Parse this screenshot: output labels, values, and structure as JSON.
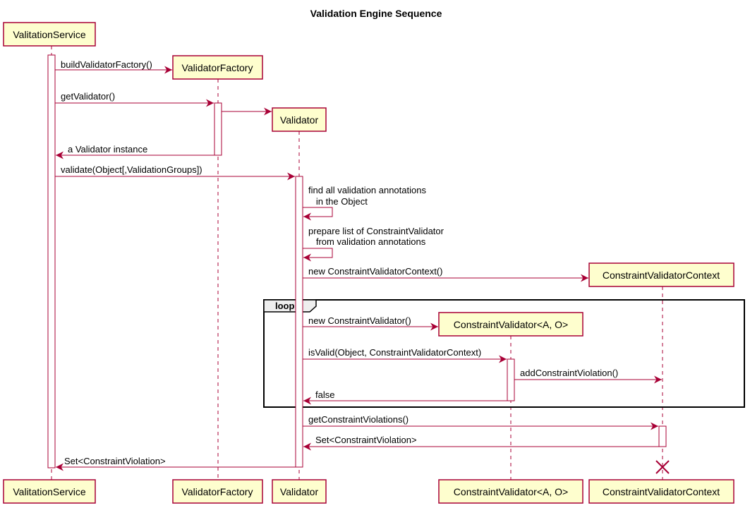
{
  "title": "Validation Engine Sequence",
  "participants": [
    {
      "id": "svc",
      "label": "ValitationService"
    },
    {
      "id": "fac",
      "label": "ValidatorFactory"
    },
    {
      "id": "val",
      "label": "Validator"
    },
    {
      "id": "cv",
      "label": "ConstraintValidator<A, O>"
    },
    {
      "id": "ctx",
      "label": "ConstraintValidatorContext"
    }
  ],
  "messages": [
    {
      "from": "svc",
      "to": "fac",
      "lines": [
        "buildValidatorFactory()"
      ]
    },
    {
      "from": "svc",
      "to": "fac",
      "lines": [
        "getValidator()"
      ]
    },
    {
      "from": "fac",
      "to": "val",
      "lines": []
    },
    {
      "from": "fac",
      "to": "svc",
      "lines": [
        "a Validator instance"
      ]
    },
    {
      "from": "svc",
      "to": "val",
      "lines": [
        "validate(Object[,ValidationGroups])"
      ]
    },
    {
      "from": "val",
      "to": "val",
      "lines": [
        "find all validation annotations",
        "   in the Object"
      ]
    },
    {
      "from": "val",
      "to": "val",
      "lines": [
        "prepare list of ConstraintValidator",
        "   from validation annotations"
      ]
    },
    {
      "from": "val",
      "to": "ctx",
      "lines": [
        "new ConstraintValidatorContext()"
      ]
    },
    {
      "from": "val",
      "to": "cv",
      "lines": [
        "new ConstraintValidator()"
      ]
    },
    {
      "from": "val",
      "to": "cv",
      "lines": [
        "isValid(Object, ConstraintValidatorContext)"
      ]
    },
    {
      "from": "cv",
      "to": "ctx",
      "lines": [
        "addConstraintViolation()"
      ]
    },
    {
      "from": "cv",
      "to": "val",
      "lines": [
        "false"
      ]
    },
    {
      "from": "val",
      "to": "ctx",
      "lines": [
        "getConstraintViolations()"
      ]
    },
    {
      "from": "ctx",
      "to": "val",
      "lines": [
        "Set<ConstraintViolation>"
      ]
    },
    {
      "from": "val",
      "to": "svc",
      "lines": [
        "Set<ConstraintViolation>"
      ]
    }
  ],
  "loop_label": "loop",
  "colors": {
    "arrow": "#a80036",
    "box_fill": "#fefece",
    "box_border": "#a80036",
    "activation_fill": "#ffffff",
    "frame_border": "#000000",
    "frame_tab_fill": "#eeeeee"
  }
}
